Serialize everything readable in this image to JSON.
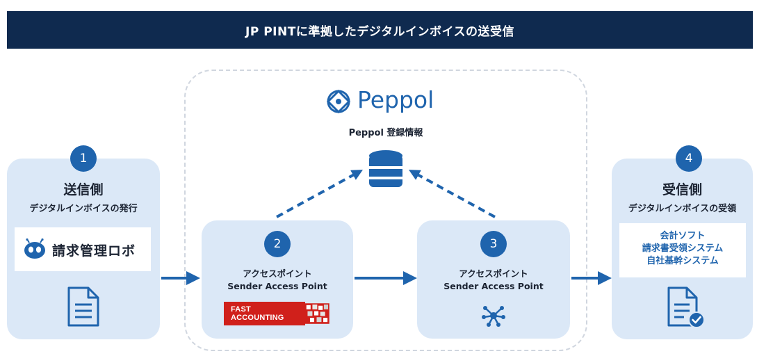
{
  "header": {
    "title": "JP PINTに準拠したデジタルインボイスの送受信"
  },
  "peppol": {
    "wordmark": "Peppol",
    "registry_label": "Peppol 登録情報"
  },
  "sender": {
    "step": "1",
    "title": "送信側",
    "subtitle": "デジタルインボイスの発行",
    "brand": "請求管理ロボ"
  },
  "access_point_1": {
    "step": "2",
    "label_ja": "アクセスポイント",
    "label_en": "Sender Access Point",
    "logo_text": "FAST ACCOUNTING"
  },
  "access_point_2": {
    "step": "3",
    "label_ja": "アクセスポイント",
    "label_en": "Sender Access Point"
  },
  "receiver": {
    "step": "4",
    "title": "受信側",
    "subtitle": "デジタルインボイスの受領",
    "systems": [
      "会計ソフト",
      "請求書受領システム",
      "自社基幹システム"
    ]
  },
  "colors": {
    "banner": "#0f2a4f",
    "accent": "#1f64ad",
    "card": "#dbe8f7",
    "fast_accounting_red": "#d0201b"
  }
}
